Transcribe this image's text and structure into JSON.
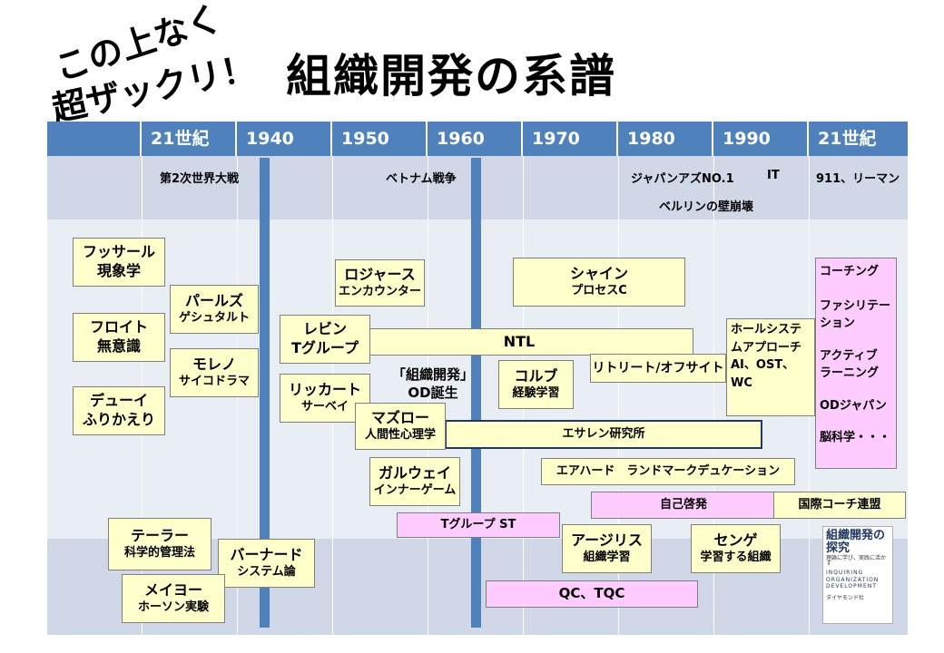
{
  "slogan": {
    "line1": "この上なく",
    "line2": "超ザックリ！"
  },
  "title": "組織開発の系譜",
  "timeline": [
    "21世紀",
    "1940",
    "1950",
    "1960",
    "1970",
    "1980",
    "1990",
    "21世紀"
  ],
  "events": {
    "ww2": "第2次世界大戦",
    "vietnam": "ベトナム戦争",
    "japan_no1": "ジャパンアズNO.1",
    "it": "IT",
    "sept11": "911、リーマン",
    "berlin": "ベルリンの壁崩壊"
  },
  "boxes": {
    "husserl": {
      "name": "フッサール",
      "sub": "現象学"
    },
    "freud": {
      "name": "フロイト",
      "sub": "無意識"
    },
    "dewey": {
      "name": "デューイ",
      "sub": "ふりかえり"
    },
    "perls": {
      "name": "パールズ",
      "sub": "ゲシュタルト"
    },
    "moreno": {
      "name": "モレノ",
      "sub": "サイコドラマ"
    },
    "rogers": {
      "name": "ロジャース",
      "sub": "エンカウンター"
    },
    "lewin": {
      "name": "レビン",
      "sub": "Tグループ"
    },
    "ntl": "NTL",
    "likert": {
      "name": "リッカート",
      "sub": "サーベイ"
    },
    "od_birth": {
      "line1": "「組織開発」",
      "line2": "OD誕生"
    },
    "maslow": {
      "name": "マズロー",
      "sub": "人間性心理学"
    },
    "esalen": "エサレン研究所",
    "galway": {
      "name": "ガルウェイ",
      "sub": "インナーゲーム"
    },
    "schein": {
      "name": "シャイン",
      "sub": "プロセスC"
    },
    "kolb": {
      "name": "コルブ",
      "sub": "経験学習"
    },
    "retreat": "リトリート/オフサイト",
    "holesys": [
      "ホールシステ",
      "ムアプローチ",
      "AI、OST、",
      "WC"
    ],
    "erhard": "エアハード　ランドマークデュケーション",
    "self_dev": "自己啓発",
    "coach_assoc": "国際コーチ連盟",
    "tgroup_st": "Tグループ ST",
    "argyris": {
      "name": "アージリス",
      "sub": "組織学習"
    },
    "senge": {
      "name": "センゲ",
      "sub": "学習する組織"
    },
    "taylor": {
      "name": "テーラー",
      "sub": "科学的管理法"
    },
    "barnard": {
      "name": "バーナード",
      "sub": "システム論"
    },
    "mayo": {
      "name": "メイヨー",
      "sub": "ホーソン実験"
    },
    "qc": "QC、TQC",
    "trends": [
      "コーチング",
      "ファシリテー",
      "ション",
      "アクティブ",
      "ラーニング",
      "ODジャパン",
      "脳科学・・・"
    ]
  },
  "book": {
    "title1": "組織開発の",
    "title2": "探究",
    "subtitle": "理論に学び、実践に活かす",
    "english": "INQUIRING ORGANIZATION DEVELOPMENT",
    "publisher": "ダイヤモンド社"
  },
  "colors": {
    "header": "#4f81bd",
    "band_dark": "#d0d8e8",
    "band_light": "#e9edf4",
    "box_yellow": "#ffffcc",
    "box_pink": "#ffccff"
  }
}
